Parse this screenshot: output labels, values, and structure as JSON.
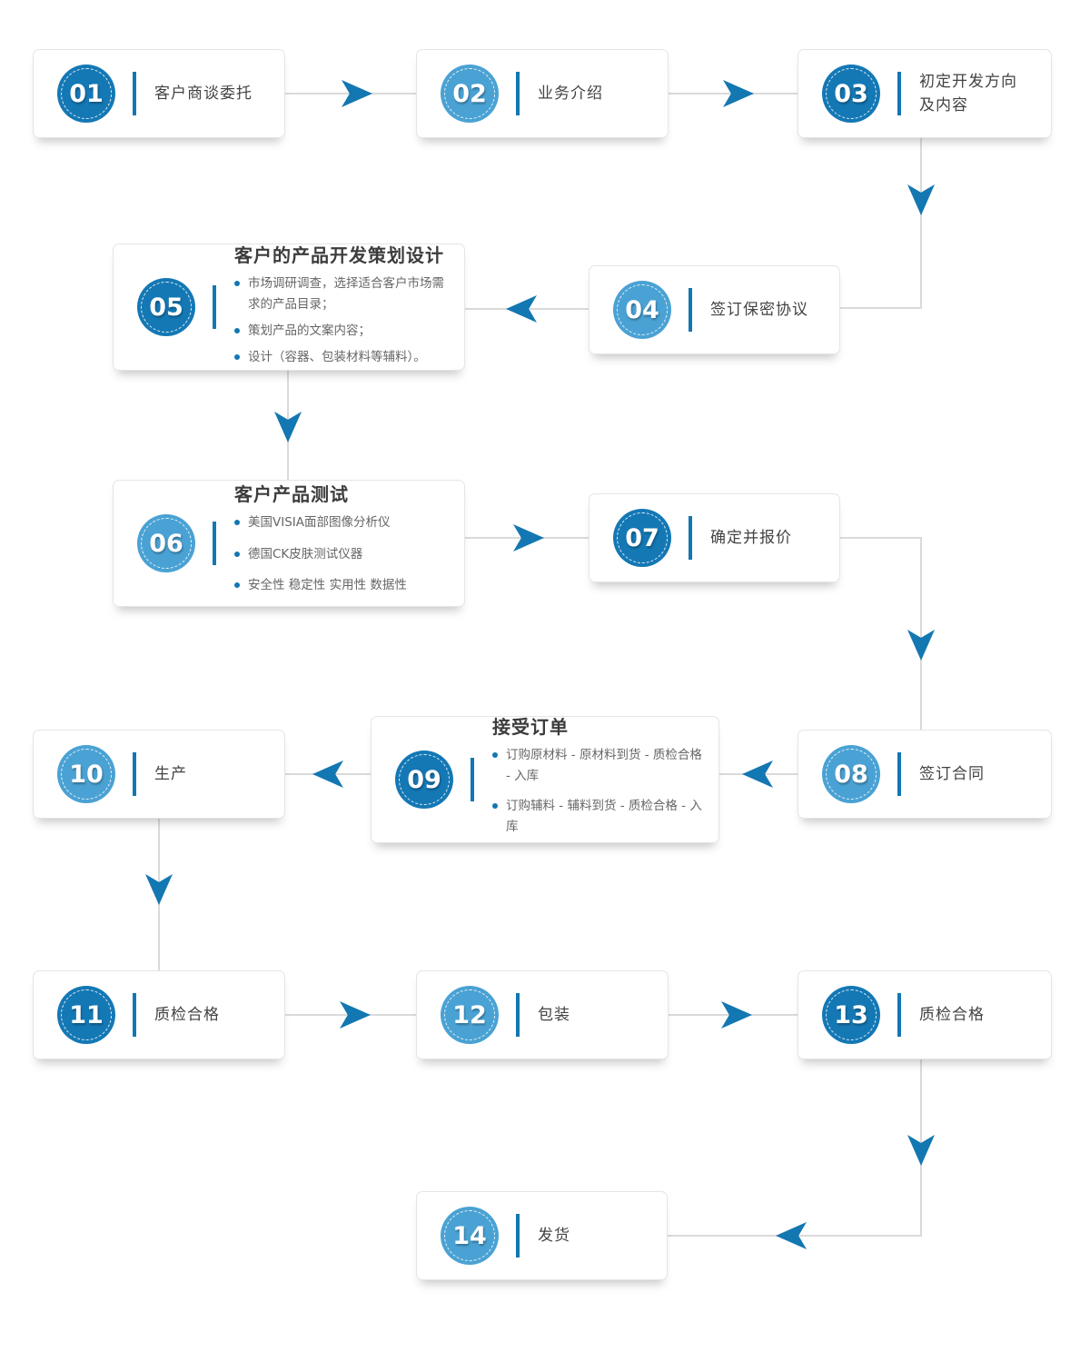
{
  "colors": {
    "circle_dark": "#1478b5",
    "circle_light": "#4aa2d4",
    "arrow": "#1377b2",
    "divider": "#1377b2",
    "line": "#dadada"
  },
  "steps": [
    {
      "num": "01",
      "label": "客户商谈委托",
      "variant": "dark"
    },
    {
      "num": "02",
      "label": "业务介绍",
      "variant": "light"
    },
    {
      "num": "03",
      "label": "初定开发方向及内容",
      "variant": "dark"
    },
    {
      "num": "04",
      "label": "签订保密协议",
      "variant": "light"
    },
    {
      "num": "05",
      "title": "客户的产品开发策划设计",
      "variant": "dark",
      "bullets": [
        "市场调研调查，选择适合客户市场需求的产品目录；",
        "策划产品的文案内容；",
        "设计（容器、包装材料等辅料）。"
      ]
    },
    {
      "num": "06",
      "title": "客户产品测试",
      "variant": "light",
      "bullets": [
        "美国VISIA面部图像分析仪",
        "德国CK皮肤测试仪器",
        "安全性  稳定性 实用性  数据性"
      ]
    },
    {
      "num": "07",
      "label": "确定并报价",
      "variant": "dark"
    },
    {
      "num": "08",
      "label": "签订合同",
      "variant": "light"
    },
    {
      "num": "09",
      "title": "接受订单",
      "variant": "dark",
      "bullets": [
        "订购原材料 - 原材料到货 - 质检合格 - 入库",
        "订购辅料 - 辅料到货 - 质检合格 - 入库"
      ]
    },
    {
      "num": "10",
      "label": "生产",
      "variant": "light"
    },
    {
      "num": "11",
      "label": "质检合格",
      "variant": "dark"
    },
    {
      "num": "12",
      "label": "包装",
      "variant": "light"
    },
    {
      "num": "13",
      "label": "质检合格",
      "variant": "dark"
    },
    {
      "num": "14",
      "label": "发货",
      "variant": "light"
    }
  ]
}
